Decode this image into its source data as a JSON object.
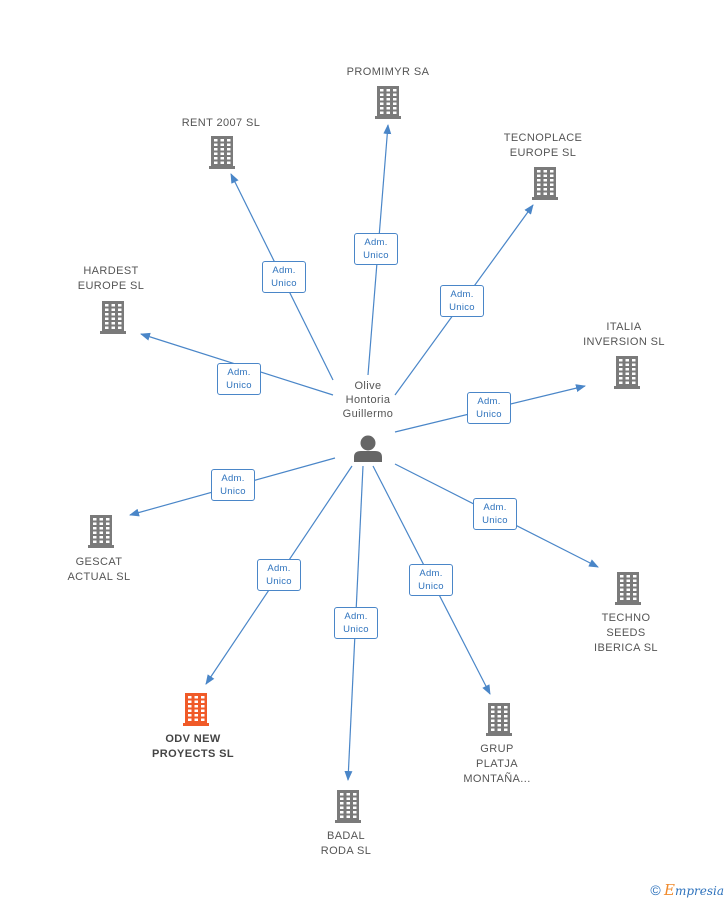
{
  "center": {
    "name_lines": [
      "Olive",
      "Hontoria",
      "Guillermo"
    ],
    "icon": "person-icon"
  },
  "edge_label": {
    "line1": "Adm.",
    "line2": "Unico"
  },
  "colors": {
    "edge": "#4a86c8",
    "building": "#7a7a7a",
    "building_highlight": "#f05a28",
    "person": "#666666"
  },
  "companies": [
    {
      "id": "promimyr",
      "lines": [
        "PROMIMYR SA"
      ],
      "highlight": false
    },
    {
      "id": "rent2007",
      "lines": [
        "RENT 2007 SL"
      ],
      "highlight": false
    },
    {
      "id": "tecnoplace",
      "lines": [
        "TECNOPLACE",
        "EUROPE SL"
      ],
      "highlight": false
    },
    {
      "id": "hardest",
      "lines": [
        "HARDEST",
        "EUROPE SL"
      ],
      "highlight": false
    },
    {
      "id": "italia",
      "lines": [
        "ITALIA",
        "INVERSION  SL"
      ],
      "highlight": false
    },
    {
      "id": "gescat",
      "lines": [
        "GESCAT",
        "ACTUAL SL"
      ],
      "highlight": false
    },
    {
      "id": "techno",
      "lines": [
        "TECHNO",
        "SEEDS",
        "IBERICA SL"
      ],
      "highlight": false
    },
    {
      "id": "odv",
      "lines": [
        "ODV NEW",
        "PROYECTS  SL"
      ],
      "highlight": true
    },
    {
      "id": "grup",
      "lines": [
        "GRUP",
        "PLATJA",
        "MONTAÑA..."
      ],
      "highlight": false
    },
    {
      "id": "badal",
      "lines": [
        "BADAL",
        "RODA SL"
      ],
      "highlight": false
    }
  ],
  "footer": {
    "copyright": "©",
    "brand_initial": "E",
    "brand_rest": "mpresia"
  }
}
